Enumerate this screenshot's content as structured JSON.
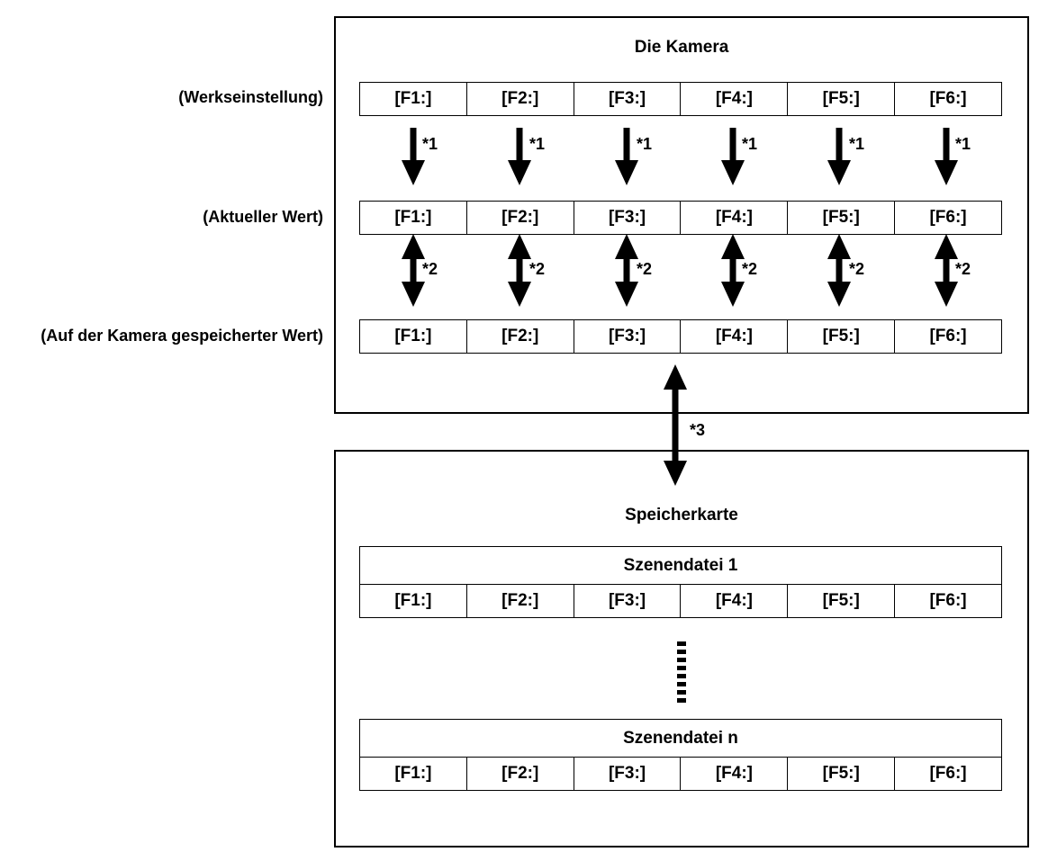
{
  "camera": {
    "title": "Die Kamera",
    "rows": [
      {
        "label": "(Werkseinstellung)",
        "cells": [
          "[F1:]",
          "[F2:]",
          "[F3:]",
          "[F4:]",
          "[F5:]",
          "[F6:]"
        ]
      },
      {
        "label": "(Aktueller Wert)",
        "cells": [
          "[F1:]",
          "[F2:]",
          "[F3:]",
          "[F4:]",
          "[F5:]",
          "[F6:]"
        ]
      },
      {
        "label": "(Auf der Kamera gespeicherter Wert)",
        "cells": [
          "[F1:]",
          "[F2:]",
          "[F3:]",
          "[F4:]",
          "[F5:]",
          "[F6:]"
        ]
      }
    ],
    "note1": "*1",
    "note2": "*2"
  },
  "link_note": "*3",
  "card": {
    "title": "Speicherkarte",
    "files": [
      {
        "name": "Szenendatei 1",
        "cells": [
          "[F1:]",
          "[F2:]",
          "[F3:]",
          "[F4:]",
          "[F5:]",
          "[F6:]"
        ]
      },
      {
        "name": "Szenendatei n",
        "cells": [
          "[F1:]",
          "[F2:]",
          "[F3:]",
          "[F4:]",
          "[F5:]",
          "[F6:]"
        ]
      }
    ]
  }
}
